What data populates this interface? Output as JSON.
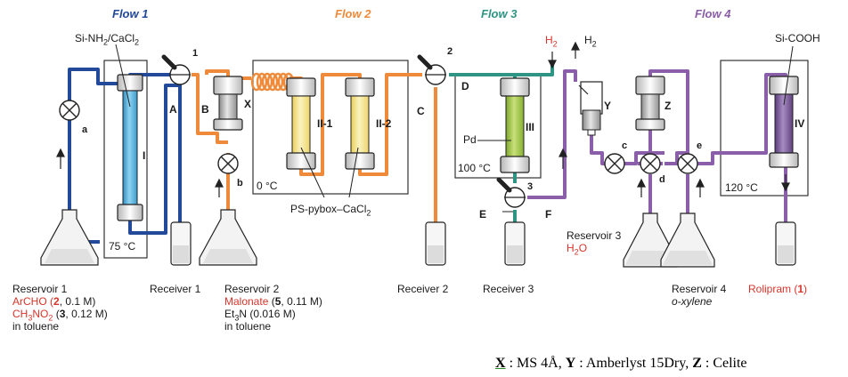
{
  "flows": {
    "f1": {
      "label": "Flow 1",
      "color": "#23499a"
    },
    "f2": {
      "label": "Flow 2",
      "color": "#ee8a3a"
    },
    "f3": {
      "label": "Flow 3",
      "color": "#2e9483"
    },
    "f4": {
      "label": "Flow 4",
      "color": "#8a5ea8"
    }
  },
  "colors": {
    "column_I": "#56b7e0",
    "column_II": "#f5e58c",
    "column_III": "#a4c83e",
    "column_IV": "#7a559a",
    "accent_red": "#d9342b"
  },
  "columns": {
    "I": "I",
    "II1": "II-1",
    "II2": "II-2",
    "III": "III",
    "IV": "IV",
    "X": "X",
    "Y": "Y",
    "Z": "Z"
  },
  "line_letters": {
    "A": "A",
    "B": "B",
    "C": "C",
    "D": "D",
    "E": "E",
    "F": "F"
  },
  "valves": {
    "v1": "1",
    "v2": "2",
    "v3": "3"
  },
  "pumps": {
    "a": "a",
    "b": "b",
    "c": "c",
    "d": "d",
    "e": "e"
  },
  "labels": {
    "si_nh2": "Si-NH",
    "si_nh2_sub": "2",
    "si_nh2_rest": "/CaCl",
    "si_nh2_sub2": "2",
    "si_cooh": "Si-COOH",
    "ps_pybox": "PS-pybox–CaCl",
    "ps_pybox_sub": "2",
    "pd": "Pd",
    "h2_a": "H",
    "h2_a_sub": "2",
    "h2_b": "H",
    "h2_b_sub": "2"
  },
  "temps": {
    "t1": "75 °C",
    "t2": "0 °C",
    "t3": "100 °C",
    "t4": "120 °C"
  },
  "reservoirs": {
    "r1_title": "Reservoir 1",
    "r1_l1a": "ArCHO (",
    "r1_l1b": "2",
    "r1_l1c": ", 0.1 M)",
    "r1_l2a": "CH",
    "r1_l2s1": "3",
    "r1_l2b": "NO",
    "r1_l2s2": "2",
    "r1_l2c": " (",
    "r1_l2d": "3",
    "r1_l2e": ", 0.12 M)",
    "r1_l3": "in toluene",
    "r2_title": "Reservoir 2",
    "r2_l1a": "Malonate",
    "r2_l1b": " (",
    "r2_l1c": "5",
    "r2_l1d": ", 0.11 M)",
    "r2_l2a": "Et",
    "r2_l2s": "3",
    "r2_l2b": "N (0.016 M)",
    "r2_l3": "in toluene",
    "r3_title": "Reservoir 3",
    "r3_l1a": "H",
    "r3_l1s": "2",
    "r3_l1b": "O",
    "r4_title": "Reservoir 4",
    "r4_l1": "o-xylene"
  },
  "receivers": {
    "rc1": "Receiver 1",
    "rc2": "Receiver 2",
    "rc3": "Receiver 3",
    "product_a": "Rolipram (",
    "product_b": "1",
    "product_c": ")"
  },
  "legend": {
    "x": "X",
    "x_text": " : MS 4Å, ",
    "y": "Y",
    "y_text": " : Amberlyst 15Dry, ",
    "z": "Z",
    "z_text": " : Celite"
  }
}
